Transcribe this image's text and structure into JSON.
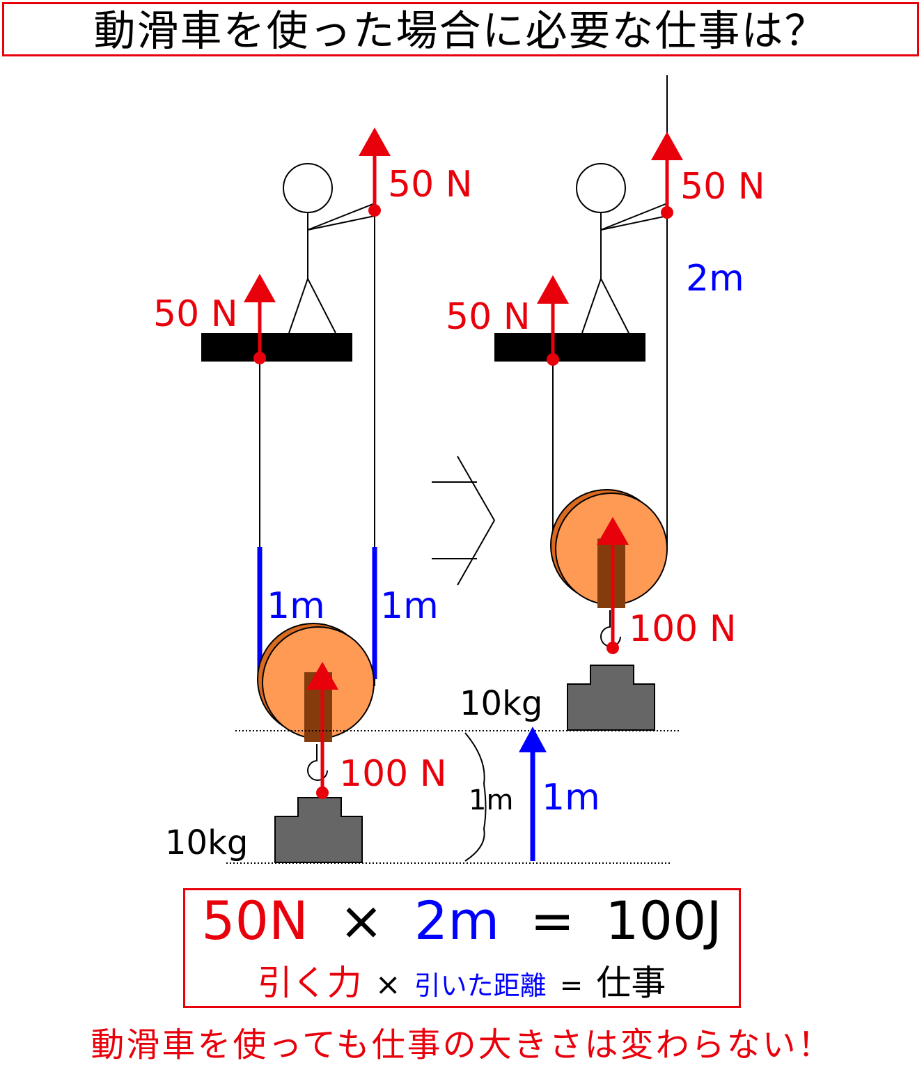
{
  "title": "動滑車を使った場合に必要な仕事は？",
  "labels": {
    "left_hand_force": "50 N",
    "left_ceiling_force": "50 N",
    "left_load_force": "100 N",
    "left_mass": "10kg",
    "left_len_a": "1m",
    "left_len_b": "1m",
    "right_hand_force": "50 N",
    "right_ceiling_force": "50 N",
    "right_load_force": "100 N",
    "right_mass": "10kg",
    "right_pull_len": "2m",
    "brace_len": "1m",
    "lift_len": "1m"
  },
  "formula": {
    "force": "50N",
    "times": "×",
    "distance": "2m",
    "equals": "=",
    "work": "100J",
    "force_word": "引く力",
    "times_word": "×",
    "distance_word": "引いた距離",
    "equals_word": "=",
    "work_word": "仕事"
  },
  "conclusion": "動滑車を使っても仕事の大きさは変わらない！",
  "colors": {
    "red": "#e8000b",
    "blue": "#0000ff",
    "pulley": "#ff9a55",
    "pulley_back": "#d96a20",
    "axle": "#843c0c",
    "weight": "#666666"
  }
}
